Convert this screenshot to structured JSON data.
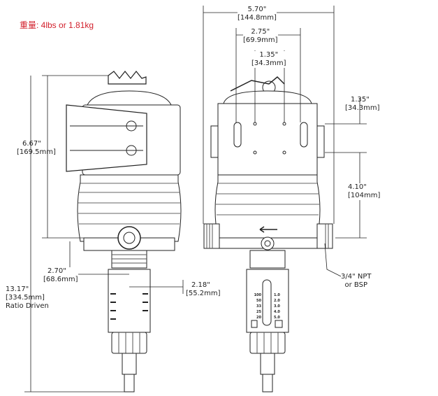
{
  "weight_label": "重量: 4lbs or 1.81kg",
  "dimensions": {
    "height_body": {
      "in": "6.67\"",
      "mm": "[169.5mm]"
    },
    "height_total": {
      "in": "13.17\"",
      "mm": "[334.5mm]",
      "note": "Ratio Driven"
    },
    "offset_left": {
      "in": "2.70\"",
      "mm": "[68.6mm]"
    },
    "offset_injector": {
      "in": "2.18\"",
      "mm": "[55.2mm]"
    },
    "width_total": {
      "in": "5.70\"",
      "mm": "[144.8mm]"
    },
    "width_mount": {
      "in": "2.75\"",
      "mm": "[69.9mm]"
    },
    "width_holes": {
      "in": "1.35\"",
      "mm": "[34.3mm]"
    },
    "height_holes": {
      "in": "1.35\"",
      "mm": "[34.3mm]"
    },
    "height_inlet": {
      "in": "4.10\"",
      "mm": "[104mm]"
    }
  },
  "connection_label": {
    "line1": "3/4\" NPT",
    "line2": "or BSP"
  },
  "ratio_scale": {
    "left": [
      "100",
      "50",
      "33",
      "25",
      "20"
    ],
    "right": [
      "1.0",
      "2.0",
      "3.0",
      "4.0",
      "5.0"
    ]
  },
  "colors": {
    "weight_text": "#d21f2b",
    "line": "#222222"
  }
}
